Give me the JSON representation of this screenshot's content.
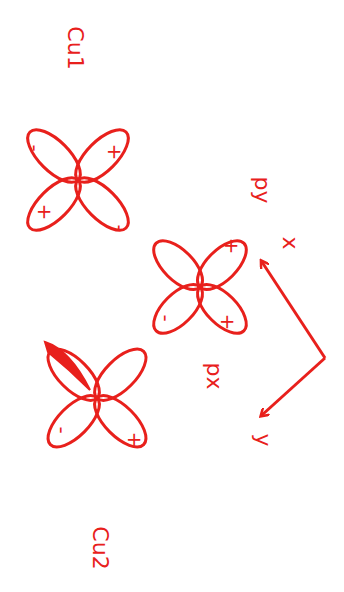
{
  "diagram": {
    "labels": [
      "Cu1",
      "-",
      "+",
      "+",
      "-",
      "py",
      "+",
      "+",
      "-",
      "px",
      "-",
      "+",
      "x",
      "y",
      "Cu2"
    ]
  }
}
